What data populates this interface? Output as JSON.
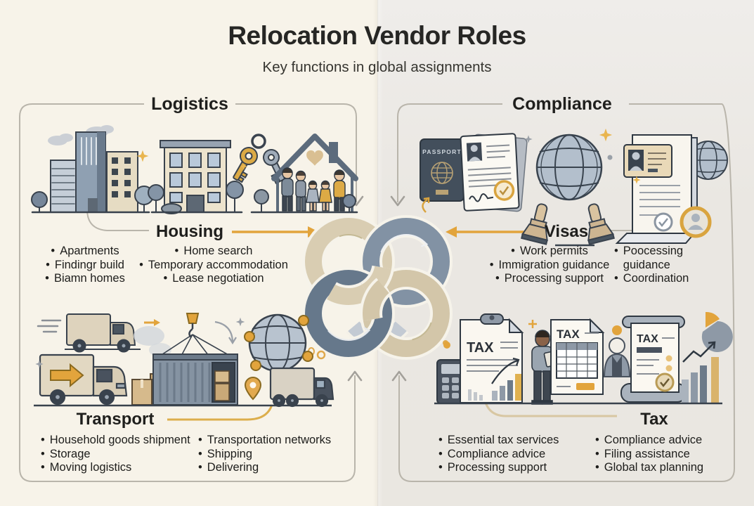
{
  "header": {
    "title": "Relocation Vendor Roles",
    "subtitle": "Key functions in global assignments"
  },
  "quadrants": {
    "logistics": {
      "legend": "Logistics",
      "group_label": "Housing",
      "col1": [
        "Apartments",
        "Findingr build",
        "Biamn homes"
      ],
      "col2": [
        "Home search",
        "Temporary accommodation",
        "Lease negotiation"
      ]
    },
    "compliance": {
      "legend": "Compliance",
      "group_label": "Visas",
      "col1": [
        "Work permits",
        "Immigration guidance",
        "Processing support"
      ],
      "col2": [
        "Poocessing guidance",
        "Coordination"
      ]
    },
    "transport": {
      "label": "Transport",
      "col1": [
        "Household goods shipment",
        "Storage",
        "Moving logistics"
      ],
      "col2": [
        "Transportation networks",
        "Shipping",
        "Delivering"
      ]
    },
    "tax": {
      "label": "Tax",
      "col1": [
        "Essential tax services",
        "Compliance advice",
        "Processing support"
      ],
      "col2": [
        "Compliance advice",
        "Filing assistance",
        "Global tax planning"
      ]
    }
  },
  "illustration_text": {
    "passport": "PASSPORT",
    "tax": "TAX"
  },
  "colors": {
    "bg_left": "#f7f3e9",
    "bg_right": "#eae7e2",
    "accent_gold": "#e2a43c",
    "line_gray": "#b9b5ab",
    "ink": "#232321",
    "ring_beige": "#d9cdb2",
    "ring_gray": "#8292a4",
    "ring_slate": "#66788b"
  }
}
